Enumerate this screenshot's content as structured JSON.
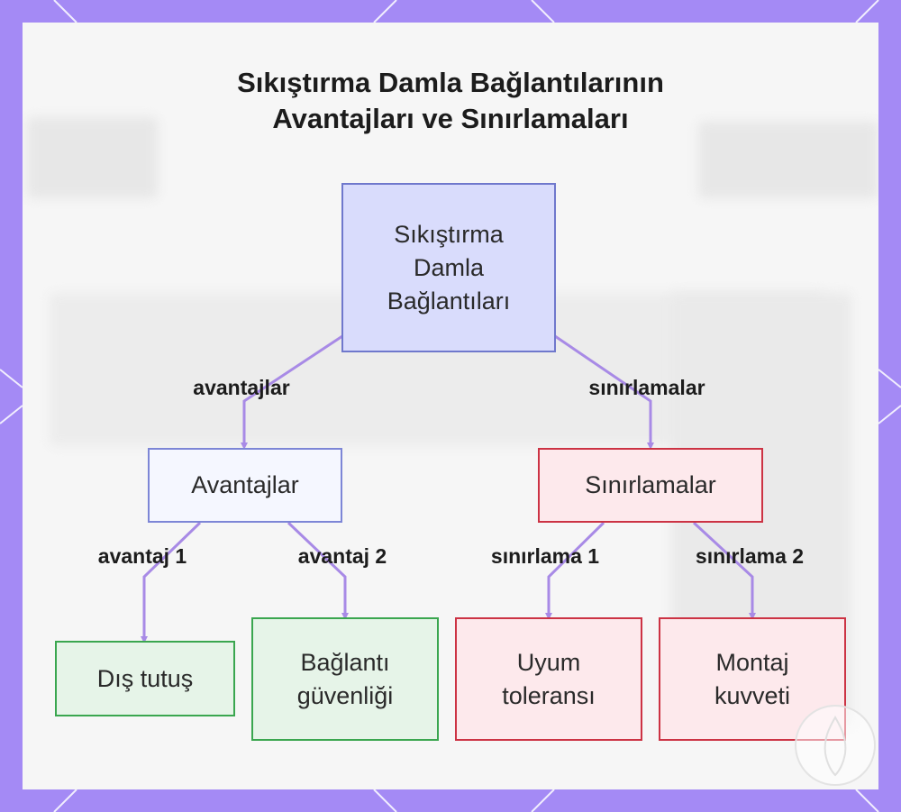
{
  "title": {
    "line1": "Sıkıştırma Damla Bağlantılarının",
    "line2": "Avantajları ve Sınırlamaları"
  },
  "colors": {
    "frame": "#a48af5",
    "edge": "#a88ae6",
    "root_fill": "#d9dcfc",
    "advantage_fill": "#f5f7ff",
    "limitation_fill": "#fde9ec",
    "advantage_leaf_fill": "#e6f4e8",
    "limitation_leaf_fill": "#fde9ec"
  },
  "nodes": {
    "root": {
      "line1": "Sıkıştırma",
      "line2": "Damla",
      "line3": "Bağlantıları"
    },
    "advantages": {
      "label": "Avantajlar"
    },
    "limitations": {
      "label": "Sınırlamalar"
    },
    "outer_grip": {
      "label": "Dış tutuş"
    },
    "connection_security": {
      "line1": "Bağlantı",
      "line2": "güvenliği"
    },
    "fit_tolerance": {
      "line1": "Uyum",
      "line2": "toleransı"
    },
    "assembly_force": {
      "line1": "Montaj",
      "line2": "kuvveti"
    }
  },
  "edges": {
    "advantages": "avantajlar",
    "limitations": "sınırlamalar",
    "advantage_1": "avantaj 1",
    "advantage_2": "avantaj 2",
    "limitation_1": "sınırlama 1",
    "limitation_2": "sınırlama 2"
  }
}
